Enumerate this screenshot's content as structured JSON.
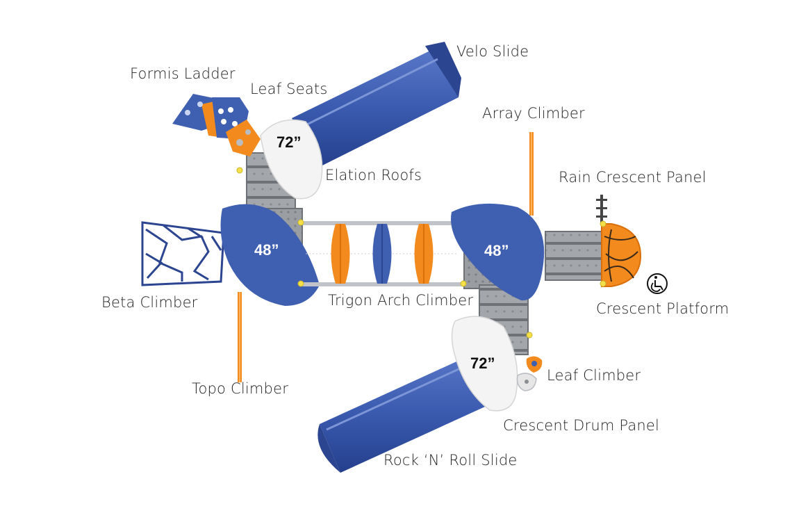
{
  "colors": {
    "blue": "#3f5fb0",
    "blue_dark": "#2c4590",
    "orange": "#f28a1e",
    "orange_dark": "#d96f0c",
    "gray": "#8a8d92",
    "gray_light": "#b9bcc1",
    "white_roof": "#f4f4f4",
    "yellow": "#f5e04a",
    "text": "#222222"
  },
  "labels": {
    "velo_slide": "Velo Slide",
    "formis_ladder": "Formis Ladder",
    "leaf_seats": "Leaf Seats",
    "array_climber": "Array Climber",
    "elation_roofs": "Elation Roofs",
    "rain_crescent_panel": "Rain Crescent Panel",
    "beta_climber": "Beta Climber",
    "trigon_arch_climber": "Trigon Arch Climber",
    "crescent_platform": "Crescent Platform",
    "leaf_climber": "Leaf Climber",
    "topo_climber": "Topo Climber",
    "crescent_drum_panel": "Crescent Drum Panel",
    "rock_n_roll_slide": "Rock ‘N’ Roll Slide"
  },
  "deck_heights": {
    "top_left": "72”",
    "left": "48”",
    "right": "48”",
    "bottom": "72”"
  },
  "icons": {
    "accessibility": "wheelchair-accessible-icon"
  }
}
